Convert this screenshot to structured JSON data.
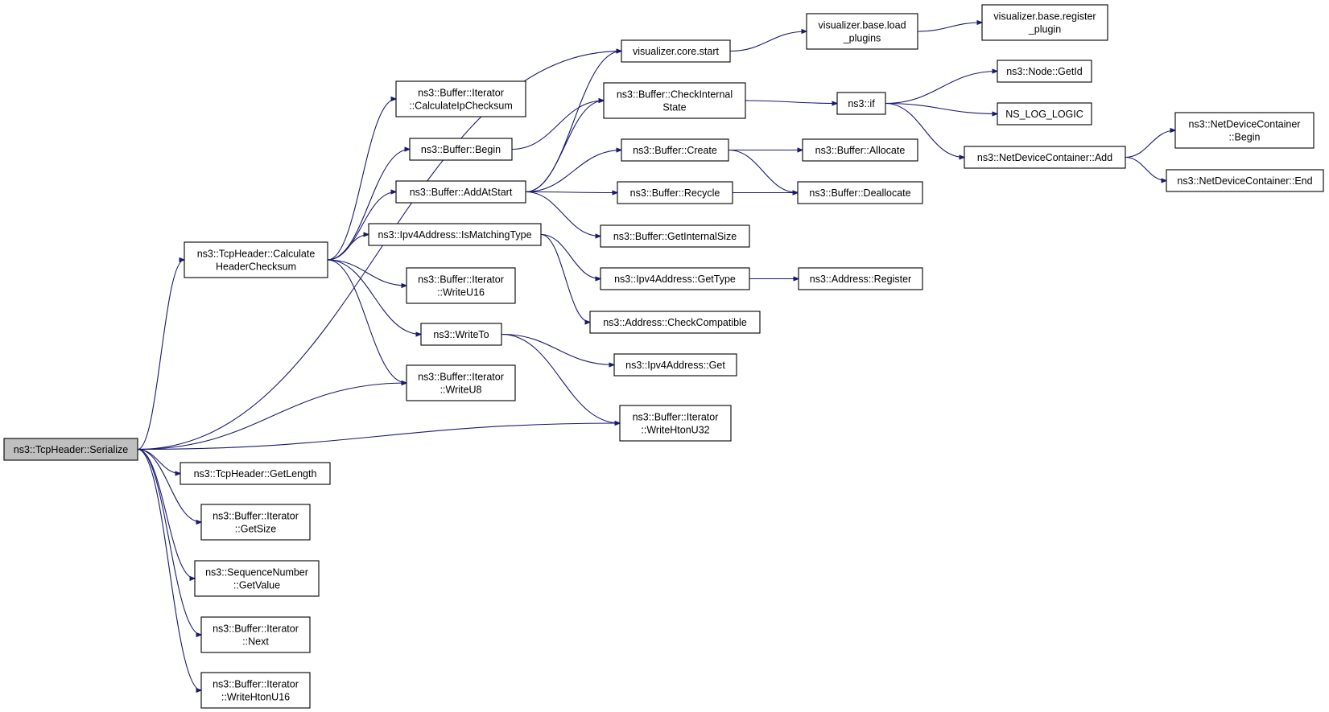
{
  "diagram": {
    "nodes": {
      "serialize": [
        "ns3::TcpHeader::Serialize"
      ],
      "calc_header_checksum": [
        "ns3::TcpHeader::Calculate",
        "HeaderChecksum"
      ],
      "get_length": [
        "ns3::TcpHeader::GetLength"
      ],
      "iter_get_size": [
        "ns3::Buffer::Iterator",
        "::GetSize"
      ],
      "seq_get_value": [
        "ns3::SequenceNumber",
        "::GetValue"
      ],
      "iter_next": [
        "ns3::Buffer::Iterator",
        "::Next"
      ],
      "iter_write_hton_u16": [
        "ns3::Buffer::Iterator",
        "::WriteHtonU16"
      ],
      "iter_write_u8": [
        "ns3::Buffer::Iterator",
        "::WriteU8"
      ],
      "iter_write_hton_u32": [
        "ns3::Buffer::Iterator",
        "::WriteHtonU32"
      ],
      "vis_core_start": [
        "visualizer.core.start"
      ],
      "vis_base_load": [
        "visualizer.base.load",
        "_plugins"
      ],
      "vis_base_register": [
        "visualizer.base.register",
        "_plugin"
      ],
      "iter_calc_ip_checksum": [
        "ns3::Buffer::Iterator",
        "::CalculateIpChecksum"
      ],
      "buffer_begin": [
        "ns3::Buffer::Begin"
      ],
      "buffer_add_at_start": [
        "ns3::Buffer::AddAtStart"
      ],
      "ipv4_is_matching_type": [
        "ns3::Ipv4Address::IsMatchingType"
      ],
      "iter_write_u16": [
        "ns3::Buffer::Iterator",
        "::WriteU16"
      ],
      "write_to": [
        "ns3::WriteTo"
      ],
      "buffer_check_internal_state": [
        "ns3::Buffer::CheckInternal",
        "State"
      ],
      "buffer_create": [
        "ns3::Buffer::Create"
      ],
      "buffer_recycle": [
        "ns3::Buffer::Recycle"
      ],
      "buffer_get_internal_size": [
        "ns3::Buffer::GetInternalSize"
      ],
      "ipv4_get_type": [
        "ns3::Ipv4Address::GetType"
      ],
      "address_check_compatible": [
        "ns3::Address::CheckCompatible"
      ],
      "ipv4_get": [
        "ns3::Ipv4Address::Get"
      ],
      "ns3_if": [
        "ns3::if"
      ],
      "buffer_allocate": [
        "ns3::Buffer::Allocate"
      ],
      "buffer_deallocate": [
        "ns3::Buffer::Deallocate"
      ],
      "address_register": [
        "ns3::Address::Register"
      ],
      "node_get_id": [
        "ns3::Node::GetId"
      ],
      "ns_log_logic": [
        "NS_LOG_LOGIC"
      ],
      "ndc_add": [
        "ns3::NetDeviceContainer::Add"
      ],
      "ndc_begin": [
        "ns3::NetDeviceContainer",
        "::Begin"
      ],
      "ndc_end": [
        "ns3::NetDeviceContainer::End"
      ]
    },
    "edges": [
      [
        "serialize",
        "calc_header_checksum"
      ],
      [
        "serialize",
        "vis_core_start"
      ],
      [
        "serialize",
        "iter_write_u8"
      ],
      [
        "serialize",
        "iter_write_hton_u32"
      ],
      [
        "serialize",
        "get_length"
      ],
      [
        "serialize",
        "iter_get_size"
      ],
      [
        "serialize",
        "seq_get_value"
      ],
      [
        "serialize",
        "iter_next"
      ],
      [
        "serialize",
        "iter_write_hton_u16"
      ],
      [
        "calc_header_checksum",
        "iter_calc_ip_checksum"
      ],
      [
        "calc_header_checksum",
        "buffer_begin"
      ],
      [
        "calc_header_checksum",
        "buffer_add_at_start"
      ],
      [
        "calc_header_checksum",
        "ipv4_is_matching_type"
      ],
      [
        "calc_header_checksum",
        "iter_write_u16"
      ],
      [
        "calc_header_checksum",
        "write_to"
      ],
      [
        "calc_header_checksum",
        "iter_write_u8"
      ],
      [
        "vis_core_start",
        "vis_base_load"
      ],
      [
        "vis_base_load",
        "vis_base_register"
      ],
      [
        "buffer_begin",
        "buffer_check_internal_state"
      ],
      [
        "buffer_add_at_start",
        "vis_core_start"
      ],
      [
        "buffer_add_at_start",
        "buffer_check_internal_state"
      ],
      [
        "buffer_add_at_start",
        "buffer_create"
      ],
      [
        "buffer_add_at_start",
        "buffer_recycle"
      ],
      [
        "buffer_add_at_start",
        "buffer_get_internal_size"
      ],
      [
        "ipv4_is_matching_type",
        "ipv4_get_type"
      ],
      [
        "ipv4_is_matching_type",
        "address_check_compatible"
      ],
      [
        "write_to",
        "ipv4_get"
      ],
      [
        "write_to",
        "iter_write_hton_u32"
      ],
      [
        "buffer_check_internal_state",
        "ns3_if"
      ],
      [
        "buffer_create",
        "buffer_allocate"
      ],
      [
        "buffer_create",
        "buffer_deallocate"
      ],
      [
        "buffer_recycle",
        "buffer_deallocate"
      ],
      [
        "ipv4_get_type",
        "address_register"
      ],
      [
        "ns3_if",
        "node_get_id"
      ],
      [
        "ns3_if",
        "ns_log_logic"
      ],
      [
        "ns3_if",
        "ndc_add"
      ],
      [
        "ndc_add",
        "ndc_begin"
      ],
      [
        "ndc_add",
        "ndc_end"
      ]
    ]
  }
}
